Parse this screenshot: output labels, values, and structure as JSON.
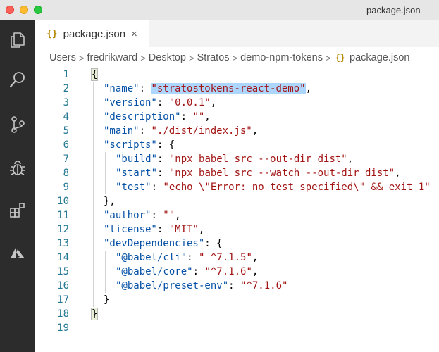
{
  "window": {
    "title": "package.json"
  },
  "activity_bar": {
    "items": [
      {
        "name": "explorer-icon"
      },
      {
        "name": "search-icon"
      },
      {
        "name": "source-control-icon"
      },
      {
        "name": "debug-icon"
      },
      {
        "name": "extensions-icon"
      },
      {
        "name": "azure-icon"
      }
    ]
  },
  "tab": {
    "label": "package.json",
    "close": "×",
    "icon": "{}"
  },
  "breadcrumb": {
    "items": [
      "Users",
      "fredrikward",
      "Desktop",
      "Stratos",
      "demo-npm-tokens"
    ],
    "file": "package.json",
    "separator": ">",
    "icon": "{}"
  },
  "colors": {
    "key": "#0451a5",
    "string": "#a31515",
    "line_number": "#237893",
    "selection": "#add6ff"
  },
  "editor": {
    "lines": [
      {
        "n": "1",
        "indent": 0,
        "tokens": [
          [
            "pun",
            "{"
          ]
        ]
      },
      {
        "n": "2",
        "indent": 1,
        "tokens": [
          [
            "key",
            "\"name\""
          ],
          [
            "pun",
            ": "
          ],
          [
            "sel",
            "\"stratostokens-react-demo\""
          ],
          [
            "pun",
            ","
          ]
        ]
      },
      {
        "n": "3",
        "indent": 1,
        "tokens": [
          [
            "key",
            "\"version\""
          ],
          [
            "pun",
            ": "
          ],
          [
            "str",
            "\"0.0.1\""
          ],
          [
            "pun",
            ","
          ]
        ]
      },
      {
        "n": "4",
        "indent": 1,
        "tokens": [
          [
            "key",
            "\"description\""
          ],
          [
            "pun",
            ": "
          ],
          [
            "str",
            "\"\""
          ],
          [
            "pun",
            ","
          ]
        ]
      },
      {
        "n": "5",
        "indent": 1,
        "tokens": [
          [
            "key",
            "\"main\""
          ],
          [
            "pun",
            ": "
          ],
          [
            "str",
            "\"./dist/index.js\""
          ],
          [
            "pun",
            ","
          ]
        ]
      },
      {
        "n": "6",
        "indent": 1,
        "tokens": [
          [
            "key",
            "\"scripts\""
          ],
          [
            "pun",
            ": {"
          ]
        ]
      },
      {
        "n": "7",
        "indent": 2,
        "tokens": [
          [
            "key",
            "\"build\""
          ],
          [
            "pun",
            ": "
          ],
          [
            "str",
            "\"npx babel src --out-dir dist\""
          ],
          [
            "pun",
            ","
          ]
        ]
      },
      {
        "n": "8",
        "indent": 2,
        "tokens": [
          [
            "key",
            "\"start\""
          ],
          [
            "pun",
            ": "
          ],
          [
            "str",
            "\"npx babel src --watch --out-dir dist\""
          ],
          [
            "pun",
            ","
          ]
        ]
      },
      {
        "n": "9",
        "indent": 2,
        "tokens": [
          [
            "key",
            "\"test\""
          ],
          [
            "pun",
            ": "
          ],
          [
            "str",
            "\"echo \\\"Error: no test specified\\\" && exit 1\""
          ]
        ]
      },
      {
        "n": "10",
        "indent": 1,
        "tokens": [
          [
            "pun",
            "},"
          ]
        ]
      },
      {
        "n": "11",
        "indent": 1,
        "tokens": [
          [
            "key",
            "\"author\""
          ],
          [
            "pun",
            ": "
          ],
          [
            "str",
            "\"\""
          ],
          [
            "pun",
            ","
          ]
        ]
      },
      {
        "n": "12",
        "indent": 1,
        "tokens": [
          [
            "key",
            "\"license\""
          ],
          [
            "pun",
            ": "
          ],
          [
            "str",
            "\"MIT\""
          ],
          [
            "pun",
            ","
          ]
        ]
      },
      {
        "n": "13",
        "indent": 1,
        "tokens": [
          [
            "key",
            "\"devDependencies\""
          ],
          [
            "pun",
            ": {"
          ]
        ]
      },
      {
        "n": "14",
        "indent": 2,
        "tokens": [
          [
            "key",
            "\"@babel/cli\""
          ],
          [
            "pun",
            ": "
          ],
          [
            "str",
            "\" ^7.1.5\""
          ],
          [
            "pun",
            ","
          ]
        ]
      },
      {
        "n": "15",
        "indent": 2,
        "tokens": [
          [
            "key",
            "\"@babel/core\""
          ],
          [
            "pun",
            ": "
          ],
          [
            "str",
            "\"^7.1.6\""
          ],
          [
            "pun",
            ","
          ]
        ]
      },
      {
        "n": "16",
        "indent": 2,
        "tokens": [
          [
            "key",
            "\"@babel/preset-env\""
          ],
          [
            "pun",
            ": "
          ],
          [
            "str",
            "\"^7.1.6\""
          ]
        ]
      },
      {
        "n": "17",
        "indent": 1,
        "tokens": [
          [
            "pun",
            "}"
          ]
        ]
      },
      {
        "n": "18",
        "indent": 0,
        "tokens": [
          [
            "pun",
            "}"
          ]
        ]
      },
      {
        "n": "19",
        "indent": 0,
        "tokens": []
      }
    ]
  }
}
